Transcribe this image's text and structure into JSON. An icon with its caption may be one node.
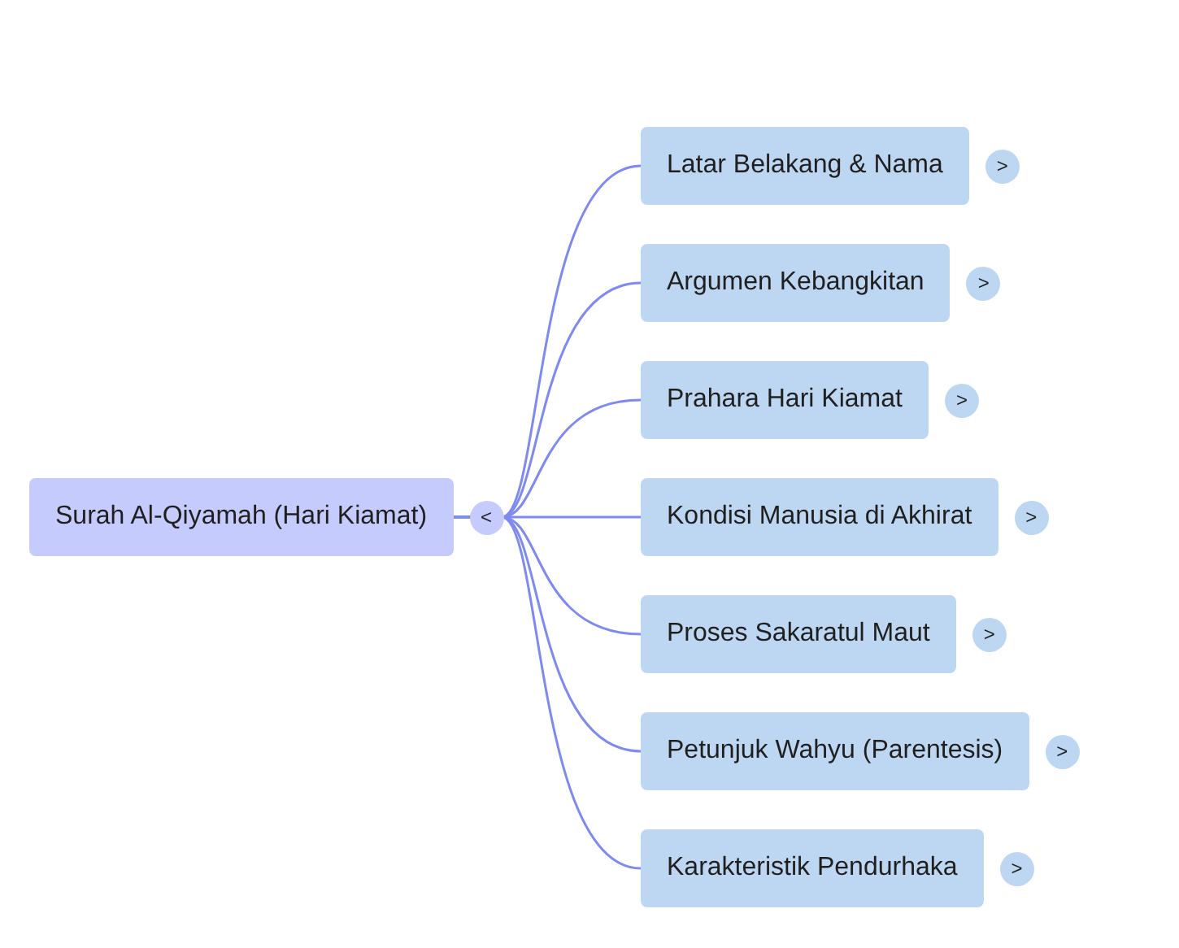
{
  "diagram": {
    "nodes": [
      {
        "text": [
          "Surah Al-Qiyamah (Hari Kiamat)"
        ]
      },
      {
        "text": [
          "Latar Belakang & Nama"
        ]
      },
      {
        "text": [
          "Argumen Kebangkitan"
        ]
      },
      {
        "text": [
          "Prahara Hari Kiamat"
        ]
      },
      {
        "text": [
          "Kondisi Manusia di Akhirat"
        ]
      },
      {
        "text": [
          "Proses Sakaratul Maut"
        ]
      },
      {
        "text": [
          "Petunjuk Wahyu (Parentesis)"
        ]
      },
      {
        "text": [
          "Karakteristik Pendurhaka"
        ]
      }
    ],
    "edges": [
      {
        "from": 0,
        "to": 1,
        "arrow": "none"
      },
      {
        "from": 0,
        "to": 2,
        "arrow": "none"
      },
      {
        "from": 0,
        "to": 3,
        "arrow": "none"
      },
      {
        "from": 0,
        "to": 4,
        "arrow": "none"
      },
      {
        "from": 0,
        "to": 5,
        "arrow": "none"
      },
      {
        "from": 0,
        "to": 6,
        "arrow": "none"
      },
      {
        "from": 0,
        "to": 7,
        "arrow": "none"
      }
    ],
    "labels": [
      "<",
      ">",
      ">",
      ">",
      ">",
      ">",
      ">",
      ">"
    ]
  }
}
